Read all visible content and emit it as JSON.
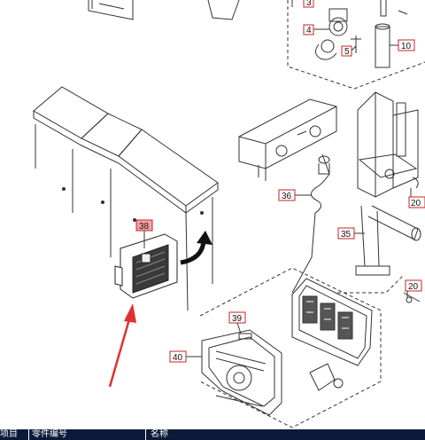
{
  "callouts": [
    {
      "id": "c3",
      "label": "3",
      "highlighted": false
    },
    {
      "id": "c4",
      "label": "4",
      "highlighted": false
    },
    {
      "id": "c5",
      "label": "5",
      "highlighted": false
    },
    {
      "id": "c10",
      "label": "10",
      "highlighted": false
    },
    {
      "id": "c20a",
      "label": "20",
      "highlighted": false
    },
    {
      "id": "c20b",
      "label": "20",
      "highlighted": false
    },
    {
      "id": "c35",
      "label": "35",
      "highlighted": false
    },
    {
      "id": "c36",
      "label": "36",
      "highlighted": false
    },
    {
      "id": "c38",
      "label": "38",
      "highlighted": true
    },
    {
      "id": "c39",
      "label": "39",
      "highlighted": false
    },
    {
      "id": "c40",
      "label": "40",
      "highlighted": false
    }
  ],
  "table_header": {
    "col1": "项目",
    "col2": "零件编号",
    "col3": "名称"
  },
  "colors": {
    "line": "#333333",
    "callout_border": "#cc2222",
    "callout_highlight": "#f2a3a3",
    "arrow_red": "#e03030",
    "table_header_bg": "#0c1a3a"
  }
}
